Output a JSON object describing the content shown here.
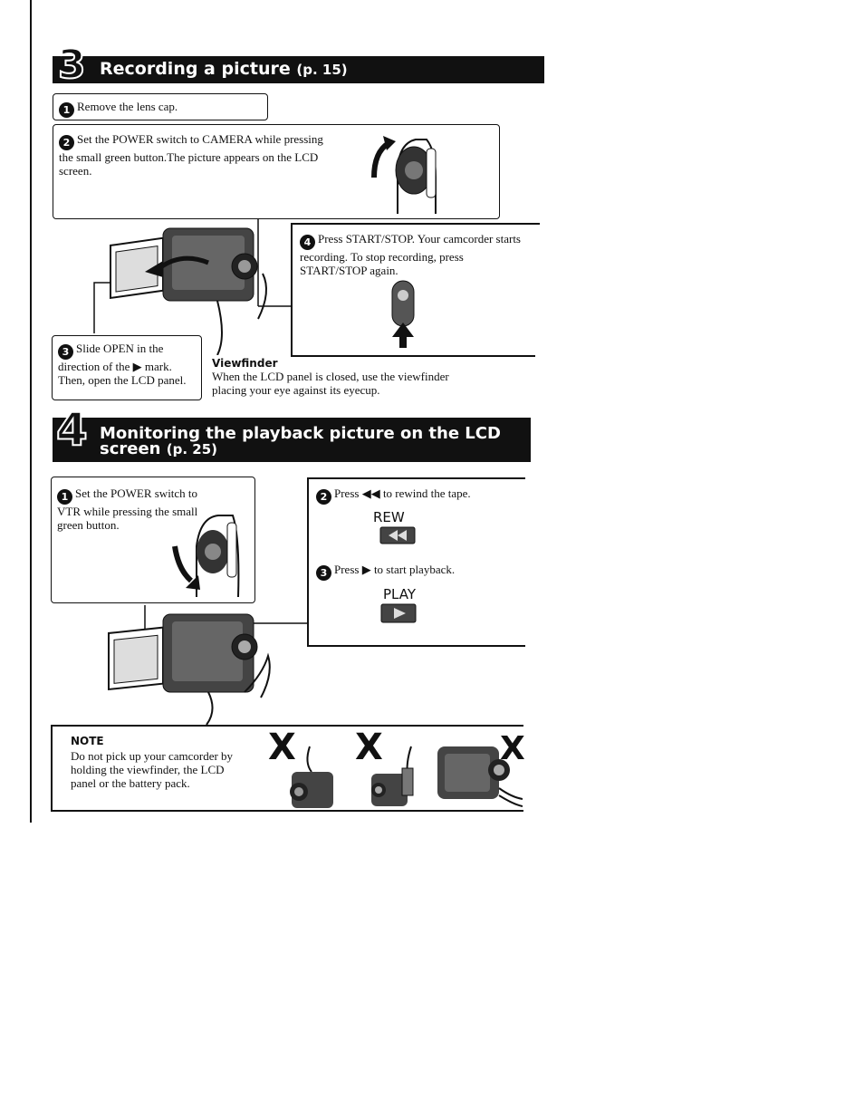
{
  "section3": {
    "number": "3",
    "title": "Recording a picture",
    "page_ref": "(p. 15)",
    "steps": [
      {
        "num": "1",
        "text": "Remove the lens cap."
      },
      {
        "num": "2",
        "text": "Set the POWER switch to CAMERA while pressing the small green button.The picture appears on the LCD screen."
      },
      {
        "num": "3",
        "text": "Slide OPEN in the direction of the ▶ mark. Then, open the LCD panel."
      },
      {
        "num": "4",
        "text": "Press START/STOP. Your camcorder starts recording. To stop recording, press START/STOP again."
      }
    ],
    "viewfinder": {
      "heading": "Viewfinder",
      "text": "When the LCD panel is closed, use the viewfinder placing your eye against its eyecup."
    }
  },
  "section4": {
    "number": "4",
    "title_line1": "Monitoring the playback picture on the LCD",
    "title_line2": "screen",
    "page_ref": "(p. 25)",
    "steps": [
      {
        "num": "1",
        "text": "Set the POWER switch to VTR while pressing the small green button."
      },
      {
        "num": "2",
        "text": "Press ◀◀ to rewind the tape.",
        "button_label": "REW"
      },
      {
        "num": "3",
        "text": "Press ▶ to start playback.",
        "button_label": "PLAY"
      }
    ]
  },
  "note": {
    "heading": "NOTE",
    "text": "Do not pick up your camcorder by holding the viewfinder, the LCD panel or the battery pack.",
    "marks": [
      "X",
      "X",
      "X"
    ]
  },
  "icons": [
    "camcorder-illustration",
    "power-switch-illustration",
    "start-stop-button-illustration",
    "rew-button-icon",
    "play-button-icon"
  ]
}
